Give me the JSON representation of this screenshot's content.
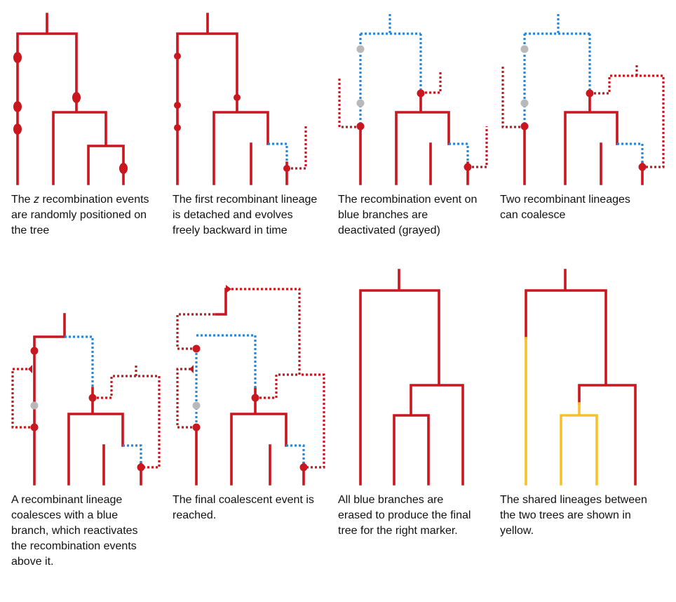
{
  "colors": {
    "active_branch": "#c8171f",
    "detached_branch": "#2b86d4",
    "deactivated_event": "#b9b9b9",
    "shared_lineage": "#f5c22a"
  },
  "panels": [
    {
      "caption_pre": "The ",
      "caption_em": "z",
      "caption_post": " recombination events are randomly positioned on the tree"
    },
    {
      "caption": "The first recombinant lineage is detached and evolves freely backward in time"
    },
    {
      "caption": "The recombination event on blue branches are deactivated (grayed)"
    },
    {
      "caption": "Two recombinant lineages can coalesce"
    },
    {
      "caption": "A recombinant lineage coalesces with a blue branch, which reactivates the recombination events above it."
    },
    {
      "caption": "The final coalescent event is reached."
    },
    {
      "caption": "All blue branches are erased to produce the final tree for the right marker."
    },
    {
      "caption": "The shared lineages between the two trees are shown in yellow."
    }
  ]
}
